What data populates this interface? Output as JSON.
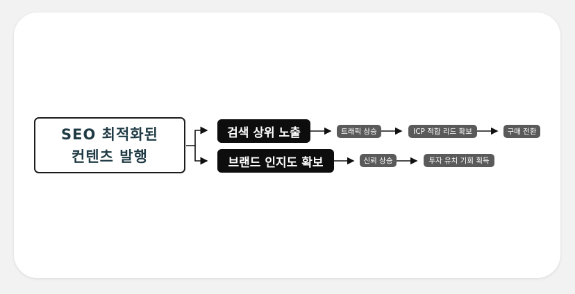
{
  "root": {
    "line1": "SEO 최적화된",
    "line2": "컨텐츠 발행"
  },
  "branches": [
    {
      "label": "검색 상위 노출",
      "steps": [
        "트래픽 상승",
        "ICP 적합 리드 확보",
        "구매 전환"
      ]
    },
    {
      "label": "브랜드 인지도 확보",
      "steps": [
        "신뢰 상승",
        "투자 유치 기회 획득"
      ]
    }
  ],
  "colors": {
    "root_text": "#1f3a44",
    "node_bg": "#0d0d0d",
    "pill_bg": "#5a5a5a"
  }
}
